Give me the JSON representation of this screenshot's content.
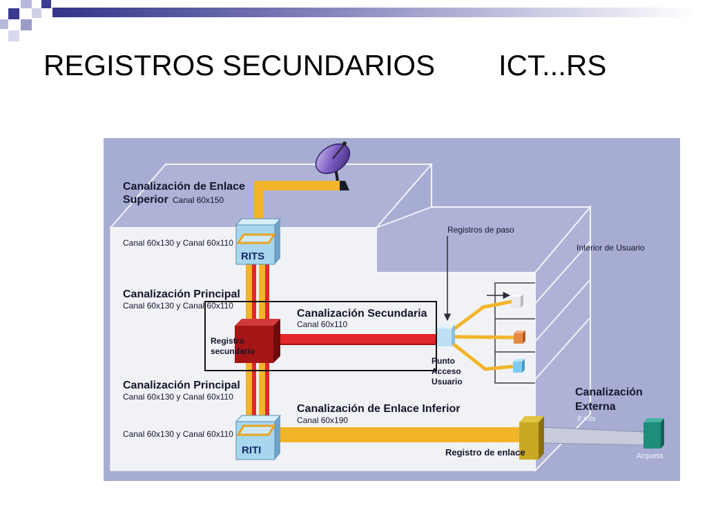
{
  "slide": {
    "title": "REGISTROS SECUNDARIOS",
    "title_tag": "ICT...RS"
  },
  "diagram": {
    "labels": {
      "enlace_superior_title": "Canalización de Enlace",
      "enlace_superior_title2": "Superior",
      "enlace_superior_canal": "Canal 60x150",
      "rits_canal": "Canal 60x130 y Canal 60x110",
      "rits": "RITS",
      "registros_paso": "Registros de paso",
      "interior_usuario": "Interior de Usuario",
      "principal_1_title": "Canalización Principal",
      "principal_1_canal": "Canal 60x130 y Canal 60x110",
      "secundaria_title": "Canalización Secundaria",
      "secundaria_canal": "Canal 60x110",
      "registro_secundario_1": "Registro",
      "registro_secundario_2": "secundario",
      "pau_1": "Punto",
      "pau_2": "Acceso",
      "pau_3": "Usuario",
      "principal_2_title": "Canalización Principal",
      "principal_2_canal": "Canal 60x130 y Canal 60x110",
      "externa_1": "Canalización",
      "externa_2": "Externa",
      "externa_len": "8 mts",
      "enlace_inferior_title": "Canalización de Enlace Inferior",
      "enlace_inferior_canal": "Canal 60x190",
      "riti_canal": "Canal 60x130 y Canal 60x110",
      "riti": "RITI",
      "registro_enlace": "Registro de enlace",
      "arqueta": "Arqueta"
    },
    "colors": {
      "background": "#a7add2",
      "building_front": "#f1f2f6",
      "link_duct": "#f2b52a",
      "secondary_duct": "#e3272b",
      "rits_riti_box": "#a8d6ef",
      "registro_secundario": "#a51515",
      "pau_box": "#bfe0f4",
      "registro_enlace": "#c9a826",
      "arqueta": "#1f8c7c"
    }
  }
}
